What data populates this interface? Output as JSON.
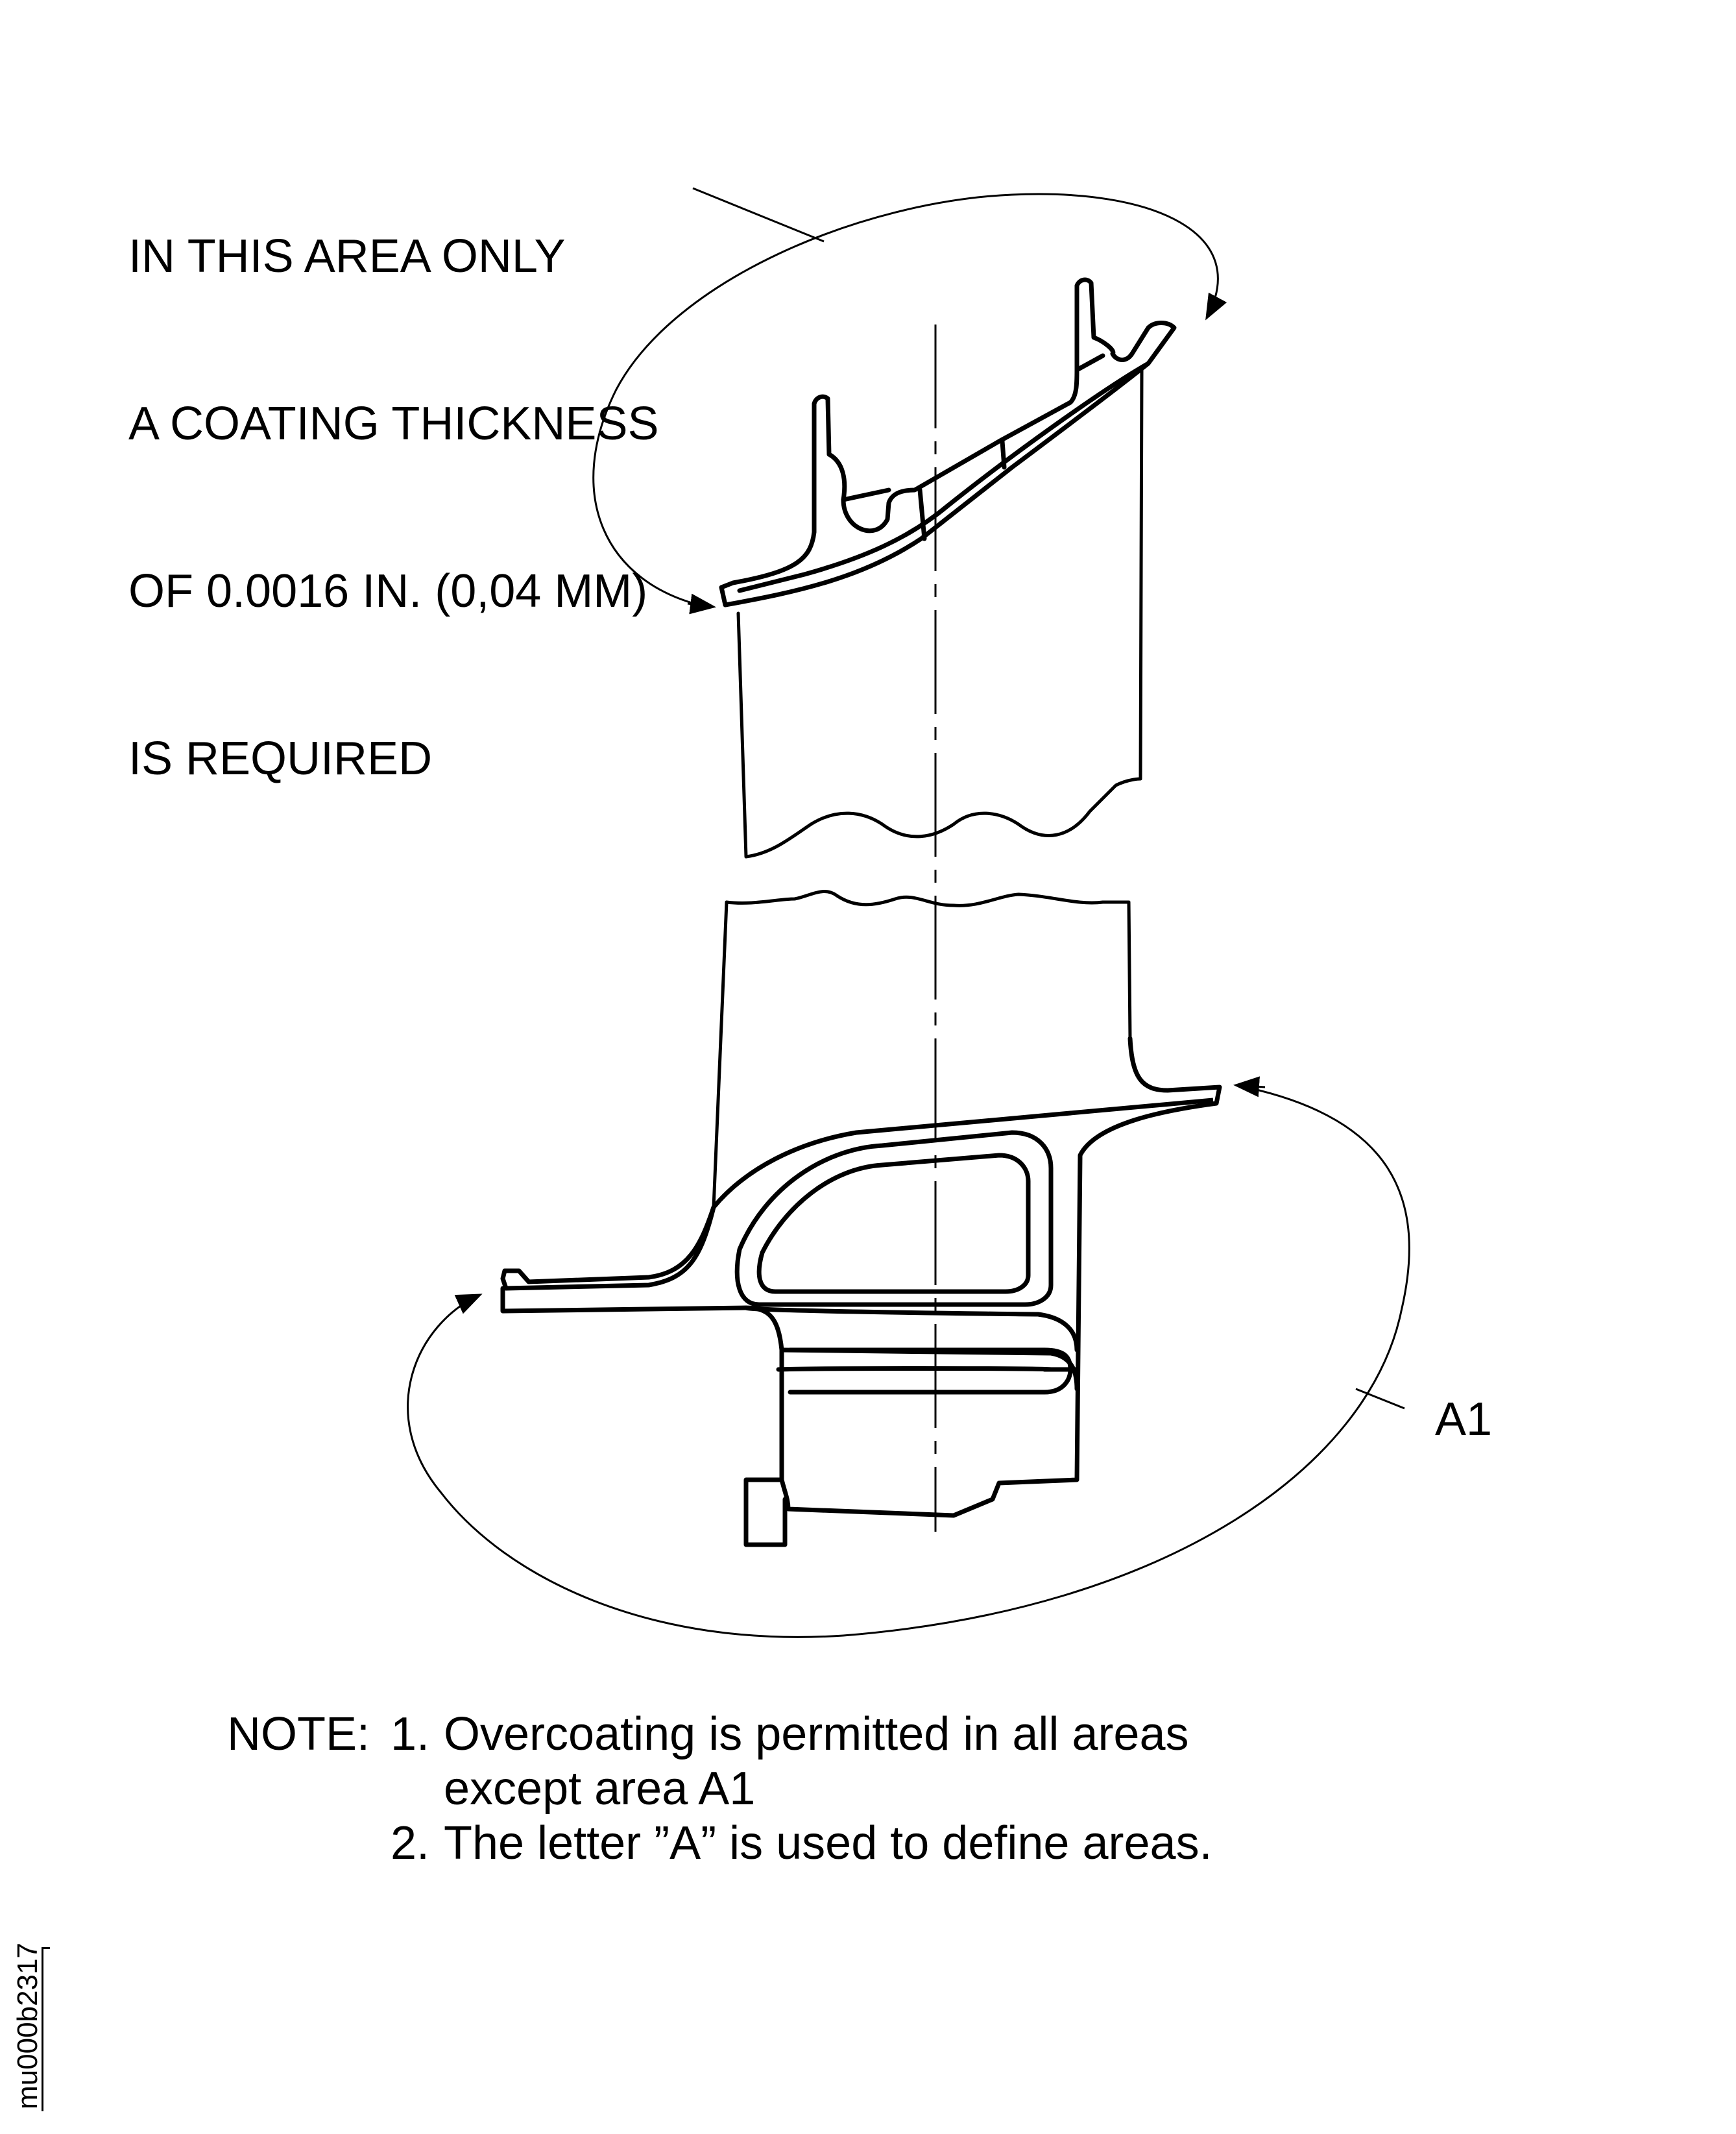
{
  "callout": {
    "lines": [
      "IN THIS AREA ONLY",
      "A COATING THICKNESS",
      "OF 0.0016 IN. (0,04 MM)",
      "IS REQUIRED"
    ]
  },
  "area_label": "A1",
  "notes": {
    "heading": "NOTE:",
    "items": [
      {
        "number": "1.",
        "text": "Overcoating is permitted in all areas",
        "continuation": "except area A1"
      },
      {
        "number": "2.",
        "text": "The letter ”A” is used to define areas."
      }
    ]
  },
  "figure_id": "mu000b2317"
}
